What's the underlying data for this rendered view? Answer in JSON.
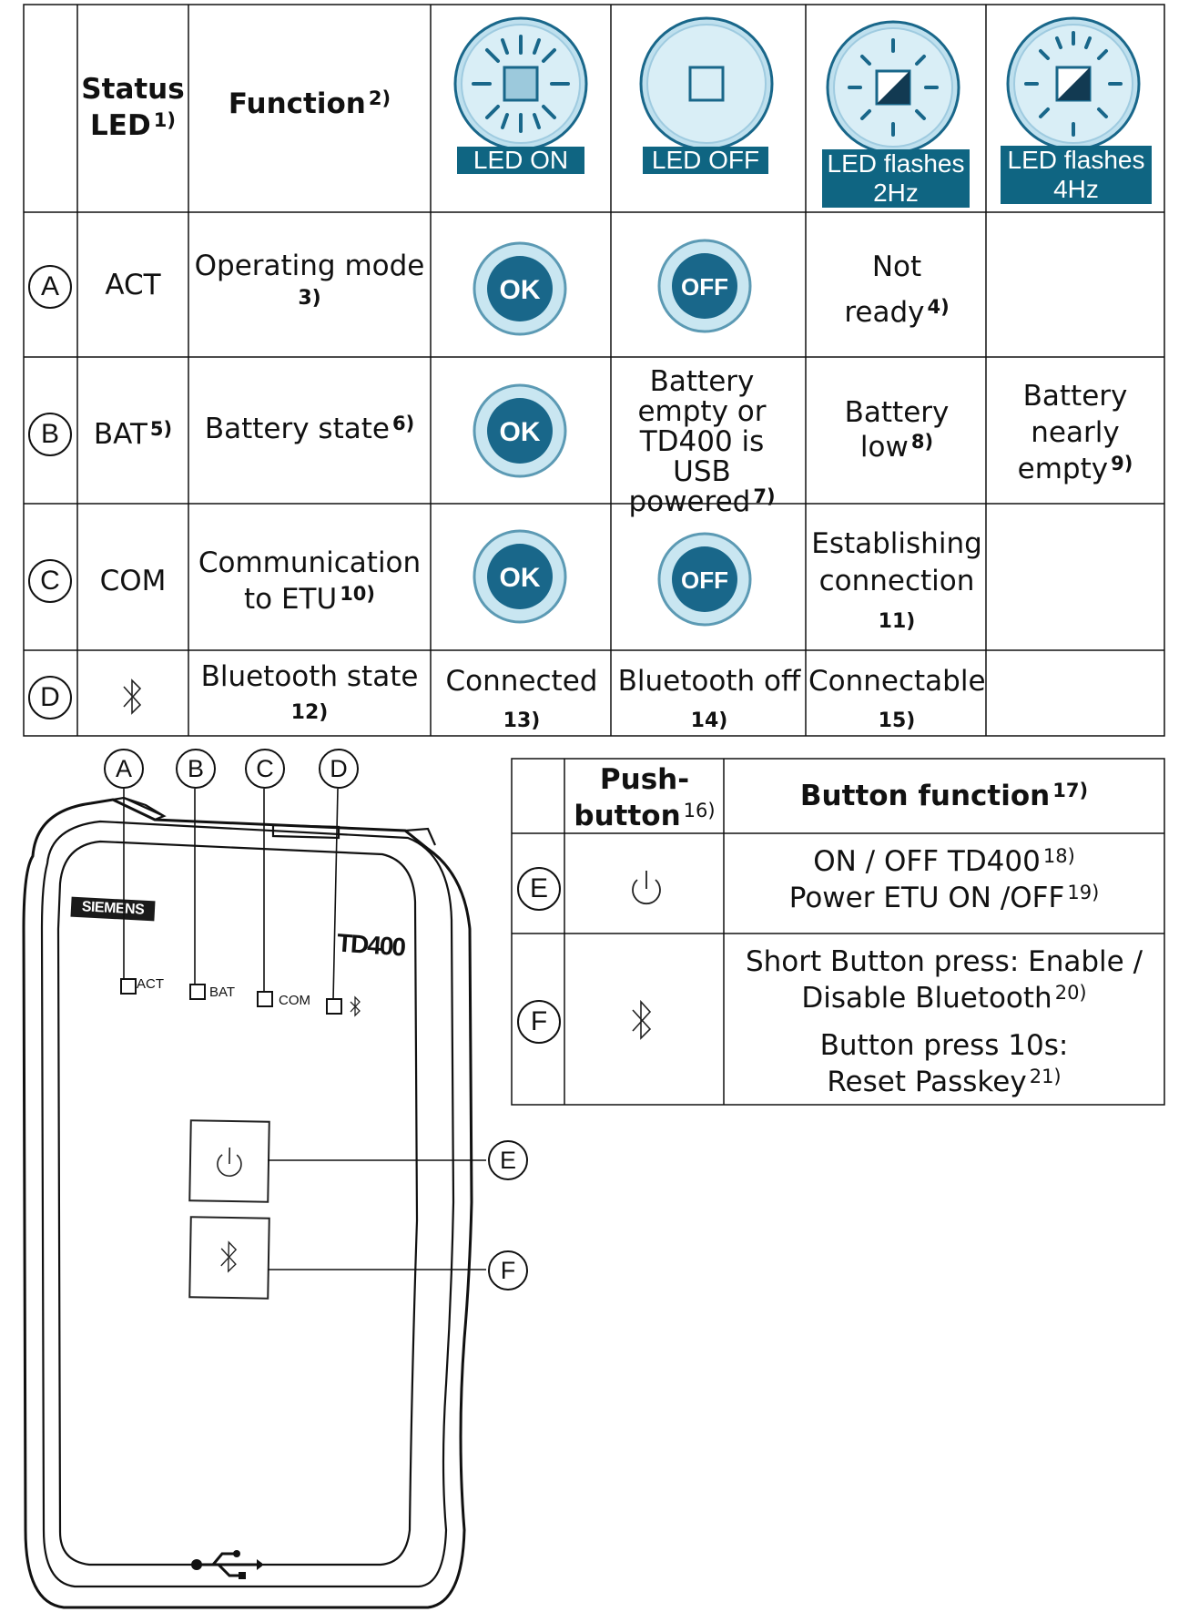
{
  "colors": {
    "accent": "#0f6582",
    "badge_light": "#c9e6f1",
    "badge_dark": "#19678a",
    "line": "#111111"
  },
  "led_table": {
    "headers": {
      "status_led": "Status",
      "status_led_line2": "LED",
      "status_led_note": "1)",
      "function": "Function",
      "function_note": "2)"
    },
    "states": [
      {
        "label": "LED ON",
        "icon": "led-on-icon"
      },
      {
        "label": "LED OFF",
        "icon": "led-off-icon"
      },
      {
        "label": "LED flashes",
        "label2": "2Hz",
        "icon": "led-flash-2hz-icon"
      },
      {
        "label": "LED flashes",
        "label2": "4Hz",
        "icon": "led-flash-4hz-icon"
      }
    ],
    "rows": [
      {
        "id": "A",
        "led": "ACT",
        "led_note": "",
        "function": "Operating mode",
        "function_note": "3)",
        "on": "OK",
        "off": "OFF",
        "flash2_1": "Not",
        "flash2_2": "ready",
        "flash2_note": "4)",
        "flash4": ""
      },
      {
        "id": "B",
        "led": "BAT",
        "led_note": "5)",
        "function": "Battery state",
        "function_note": "6)",
        "on": "OK",
        "off_1": "Battery",
        "off_2": "empty or",
        "off_3": "TD400 is USB",
        "off_4": "powered",
        "off_note": "7)",
        "flash2_1": "Battery",
        "flash2_2": "low",
        "flash2_note": "8)",
        "flash4_1": "Battery",
        "flash4_2": "nearly",
        "flash4_3": "empty",
        "flash4_note": "9)"
      },
      {
        "id": "C",
        "led": "COM",
        "led_note": "",
        "function_1": "Communication",
        "function_2": "to ETU",
        "function_note": "10)",
        "on": "OK",
        "off": "OFF",
        "flash2_1": "Establishing",
        "flash2_2": "connection",
        "flash2_note": "11)"
      },
      {
        "id": "D",
        "led_icon": "bluetooth-icon",
        "function": "Bluetooth state",
        "function_note": "12)",
        "on": "Connected",
        "on_note": "13)",
        "off": "Bluetooth off",
        "off_note": "14)",
        "flash2": "Connectable",
        "flash2_note": "15)"
      }
    ]
  },
  "button_table": {
    "headers": {
      "pushbutton_1": "Push-",
      "pushbutton_2": "button",
      "pushbutton_note": "16)",
      "function": "Button function",
      "function_note": "17)"
    },
    "rows": [
      {
        "id": "E",
        "icon": "power-icon",
        "line1": "ON / OFF TD400",
        "line1_note": "18)",
        "line2": "Power ETU ON /OFF",
        "line2_note": "19)"
      },
      {
        "id": "F",
        "icon": "bluetooth-icon",
        "line1": "Short Button press: Enable /",
        "line2": "Disable Bluetooth",
        "line2_note": "20)",
        "line3": "Button press 10s:",
        "line4": "Reset Passkey",
        "line4_note": "21)"
      }
    ]
  },
  "device": {
    "brand": "SIEMENS",
    "model": "TD400",
    "leds": [
      "ACT",
      "BAT",
      "COM"
    ],
    "callouts": [
      "A",
      "B",
      "C",
      "D",
      "E",
      "F"
    ],
    "usb_icon": "usb-icon"
  }
}
